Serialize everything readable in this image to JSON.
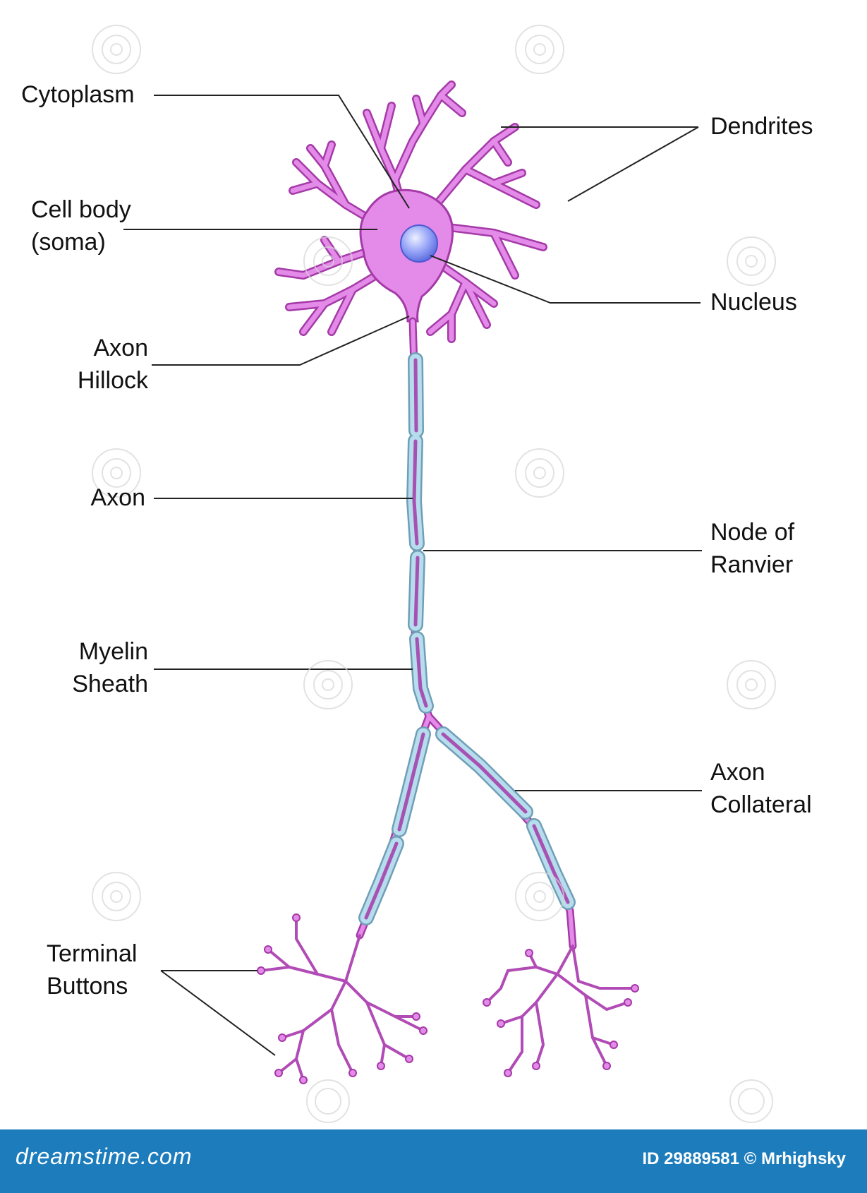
{
  "labels": {
    "cytoplasm": "Cytoplasm",
    "cell_body": [
      "Cell body",
      "(soma)"
    ],
    "axon_hillock": [
      "Axon",
      "Hillock"
    ],
    "axon": "Axon",
    "myelin_sheath": [
      "Myelin",
      "Sheath"
    ],
    "terminal_buttons": [
      "Terminal",
      "Buttons"
    ],
    "dendrites": "Dendrites",
    "nucleus": "Nucleus",
    "node_of_ranvier": [
      "Node of",
      "Ranvier"
    ],
    "axon_collateral": [
      "Axon",
      "Collateral"
    ]
  },
  "footer": {
    "brand": "dreamstime.com",
    "credit": "ID 29889581 © Mrhighsky"
  },
  "colors": {
    "neuron_fill": "#e48ae8",
    "neuron_outline": "#a43aa8",
    "myelin": "#b7dced",
    "nucleus": "#8fa0f5",
    "leader_line": "#222222",
    "footer_bg": "#1d7dbc"
  }
}
